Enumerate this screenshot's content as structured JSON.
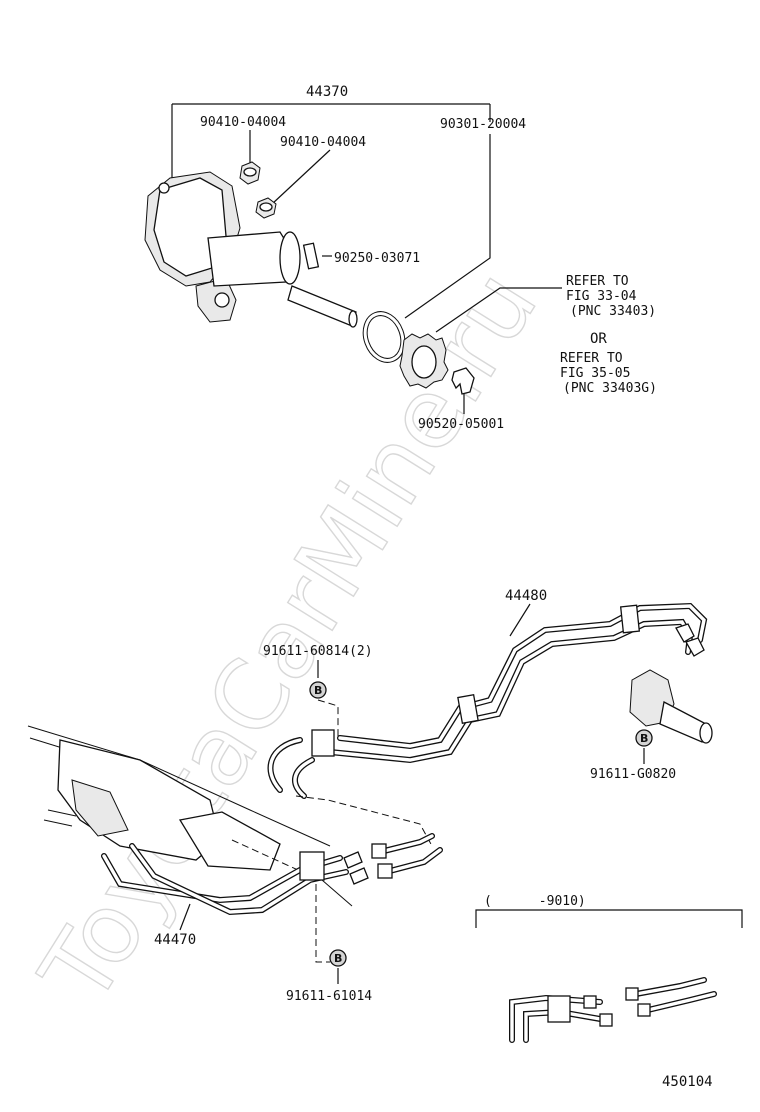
{
  "watermark": "ToyotaCarMine.ru",
  "diagram_id": "450104",
  "badge_letter": "B",
  "labels": {
    "pump_assy": "44370",
    "bolt_a": "90410-04004",
    "bolt_b": "90410-04004",
    "o_ring": "90301-20004",
    "pin": "90250-03071",
    "clip": "90520-05001",
    "refer1_l1": "REFER TO",
    "refer1_l2": "FIG 33-04",
    "refer1_l3": "(PNC 33403)",
    "or": "OR",
    "refer2_l1": "REFER TO",
    "refer2_l2": "FIG 35-05",
    "refer2_l3": "(PNC 33403G)",
    "tube_upper": "44480",
    "tube_lower": "44470",
    "clamp_bolt_1": "91611-60814(2)",
    "clamp_bolt_2": "91611-G0820",
    "clamp_bolt_3": "91611-61014",
    "inset_range": "(      -9010)"
  }
}
